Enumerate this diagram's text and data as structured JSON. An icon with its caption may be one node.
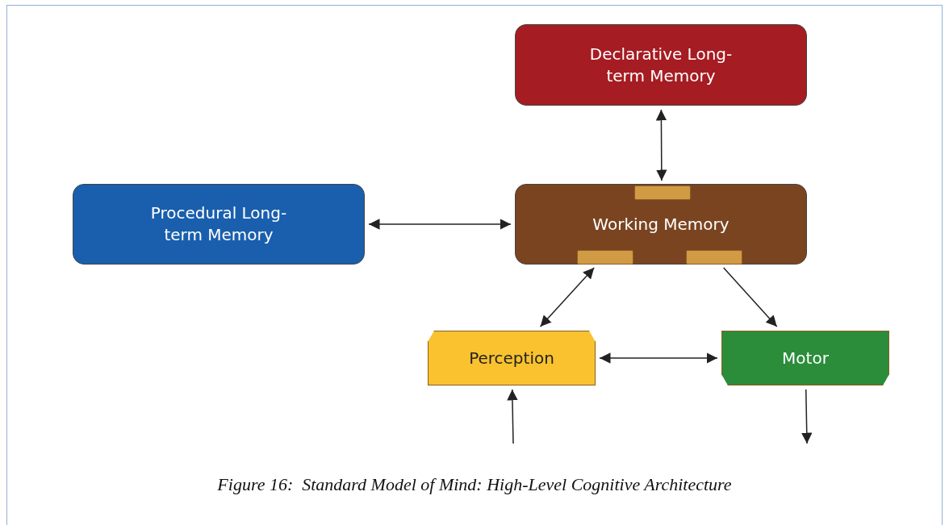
{
  "diagram": {
    "caption": "Figure 16:  Standard Model of Mind: High-Level Cognitive Architecture",
    "nodes": [
      {
        "text": [
          "Declarative Long-term Memory"
        ]
      },
      {
        "text": [
          "Procedural Long-term Memory"
        ]
      },
      {
        "text": [
          "Working Memory"
        ]
      },
      {
        "text": [],
        "shape": "box",
        "in": 2
      },
      {
        "text": [],
        "shape": "box",
        "in": 2
      },
      {
        "text": [],
        "shape": "box",
        "in": 2
      },
      {
        "text": [
          "Perception"
        ]
      },
      {
        "text": [
          "Motor"
        ]
      }
    ],
    "edges": [
      {
        "from": 0,
        "to": 3,
        "arrow": "both"
      },
      {
        "from": 1,
        "to": 2,
        "arrow": "both"
      },
      {
        "from": 4,
        "to": 6,
        "arrow": "both"
      },
      {
        "from": 5,
        "to": 7,
        "arrow": "to"
      },
      {
        "from": 6,
        "to": 7,
        "arrow": "both"
      },
      {
        "from": null,
        "to": 6,
        "arrow": "to"
      },
      {
        "from": 7,
        "to": null,
        "arrow": "to"
      }
    ]
  }
}
